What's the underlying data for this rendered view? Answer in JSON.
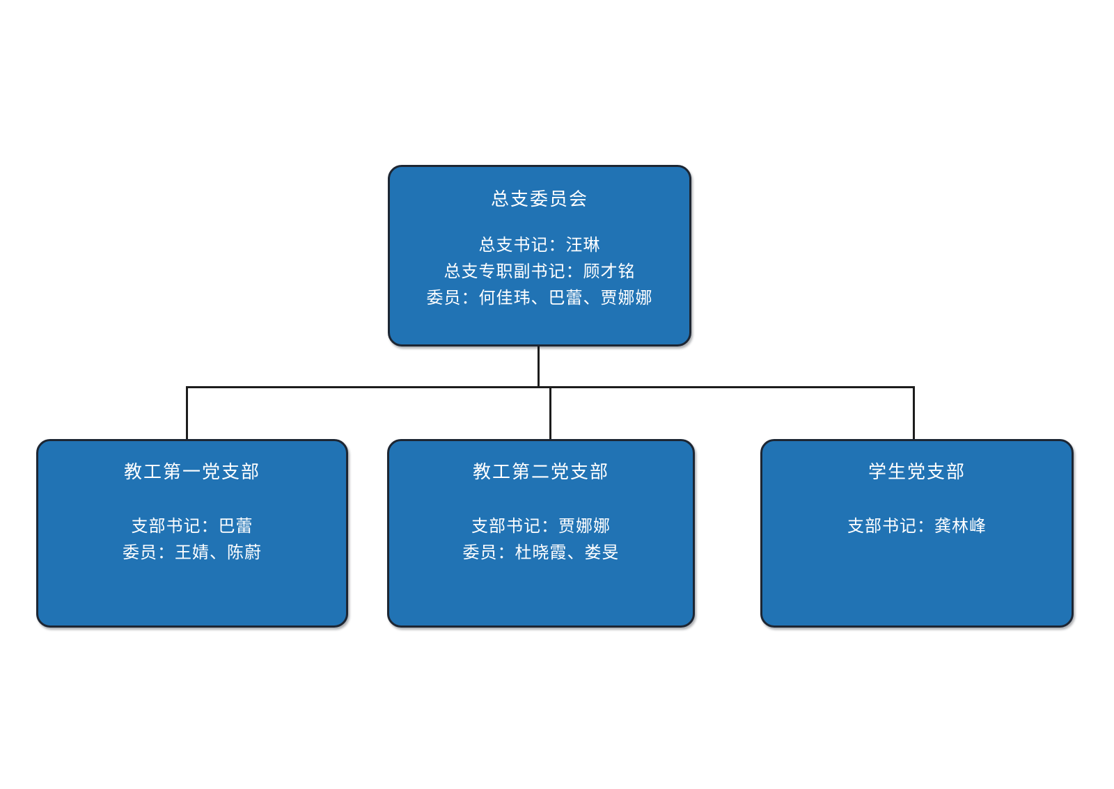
{
  "diagram": {
    "type": "org-chart",
    "background_color": "#ffffff",
    "node_fill_color": "#2173b4",
    "node_border_color": "#1d2633",
    "connector_color": "#1c1c1c",
    "text_color": "#ffffff",
    "root": {
      "title": "总支委员会",
      "lines": [
        "总支书记：汪琳",
        "总支专职副书记：顾才铭",
        "委员：何佳玮、巴蕾、贾娜娜"
      ]
    },
    "branches": [
      {
        "title": "教工第一党支部",
        "lines": [
          "支部书记：巴蕾",
          "委员：王婧、陈蔚"
        ]
      },
      {
        "title": "教工第二党支部",
        "lines": [
          "支部书记：贾娜娜",
          "委员：杜晓霞、娄旻"
        ]
      },
      {
        "title": "学生党支部",
        "lines": [
          "支部书记：龚林峰"
        ]
      }
    ]
  }
}
